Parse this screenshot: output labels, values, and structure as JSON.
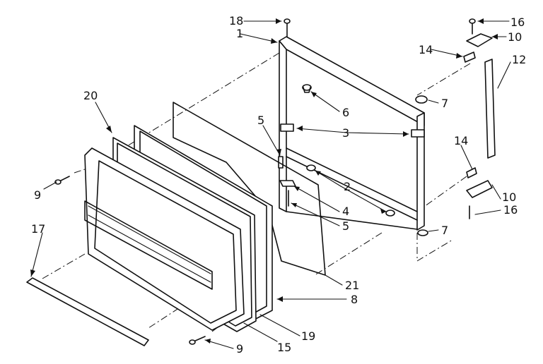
{
  "callouts": [
    "18",
    "1",
    "16",
    "10",
    "14",
    "12",
    "20",
    "6",
    "7",
    "5",
    "3",
    "14",
    "2",
    "10",
    "9",
    "17",
    "4",
    "16",
    "5",
    "7",
    "21",
    "8",
    "9",
    "15",
    "19"
  ]
}
